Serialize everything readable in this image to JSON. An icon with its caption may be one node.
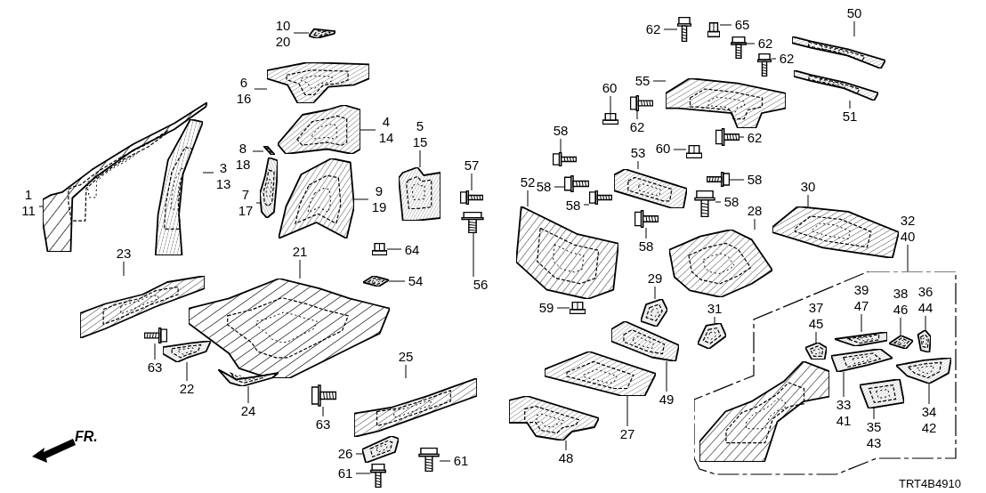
{
  "diagram": {
    "nodes": [
      {
        "text": [
          "10",
          "20"
        ]
      },
      {
        "text": [],
        "shape": "picture"
      },
      {
        "text": [
          "6",
          "16"
        ]
      },
      {
        "text": [],
        "shape": "picture"
      },
      {
        "text": [
          "4",
          "14"
        ]
      },
      {
        "text": [],
        "shape": "picture"
      },
      {
        "text": [
          "1",
          "11"
        ]
      },
      {
        "text": [],
        "shape": "picture"
      },
      {
        "text": [
          "3",
          "13"
        ]
      },
      {
        "text": [],
        "shape": "picture"
      },
      {
        "text": [
          "8",
          "18"
        ]
      },
      {
        "text": [],
        "shape": "picture"
      },
      {
        "text": [
          "7",
          "17"
        ]
      },
      {
        "text": [],
        "shape": "picture"
      },
      {
        "text": [
          "9",
          "19"
        ]
      },
      {
        "text": [],
        "shape": "picture"
      },
      {
        "text": [
          "5",
          "15"
        ]
      },
      {
        "text": [],
        "shape": "picture"
      },
      {
        "text": [
          "21"
        ]
      },
      {
        "text": [],
        "shape": "picture"
      },
      {
        "text": [
          "64"
        ]
      },
      {
        "text": [],
        "shape": "picture"
      },
      {
        "text": [
          "54"
        ]
      },
      {
        "text": [],
        "shape": "picture"
      },
      {
        "text": [
          "23"
        ]
      },
      {
        "text": [],
        "shape": "picture"
      },
      {
        "text": [
          "63"
        ]
      },
      {
        "text": [],
        "shape": "picture"
      },
      {
        "text": [
          "22"
        ]
      },
      {
        "text": [],
        "shape": "picture"
      },
      {
        "text": [
          "24"
        ]
      },
      {
        "text": [],
        "shape": "picture"
      },
      {
        "text": [
          "25"
        ]
      },
      {
        "text": [],
        "shape": "picture"
      },
      {
        "text": [
          "63"
        ]
      },
      {
        "text": [],
        "shape": "picture"
      },
      {
        "text": [
          "26"
        ]
      },
      {
        "text": [],
        "shape": "picture"
      },
      {
        "text": [
          "61"
        ]
      },
      {
        "text": [],
        "shape": "picture"
      },
      {
        "text": [
          "61"
        ]
      },
      {
        "text": [],
        "shape": "picture"
      },
      {
        "text": [
          "62"
        ]
      },
      {
        "text": [],
        "shape": "picture"
      },
      {
        "text": [
          "65"
        ]
      },
      {
        "text": [],
        "shape": "picture"
      },
      {
        "text": [
          "62"
        ]
      },
      {
        "text": [],
        "shape": "picture"
      },
      {
        "text": [
          "62"
        ]
      },
      {
        "text": [],
        "shape": "picture"
      },
      {
        "text": [
          "50"
        ]
      },
      {
        "text": [],
        "shape": "picture"
      },
      {
        "text": [
          "55"
        ]
      },
      {
        "text": [],
        "shape": "picture"
      },
      {
        "text": [
          "51"
        ]
      },
      {
        "text": [],
        "shape": "picture"
      },
      {
        "text": [
          "60"
        ]
      },
      {
        "text": [],
        "shape": "picture"
      },
      {
        "text": [
          "62"
        ]
      },
      {
        "text": [],
        "shape": "picture"
      },
      {
        "text": [
          "60"
        ]
      },
      {
        "text": [],
        "shape": "picture"
      },
      {
        "text": [
          "62"
        ]
      },
      {
        "text": [],
        "shape": "picture"
      },
      {
        "text": [
          "58"
        ]
      },
      {
        "text": [],
        "shape": "picture"
      },
      {
        "text": [
          "57"
        ]
      },
      {
        "text": [],
        "shape": "picture"
      },
      {
        "text": [
          "52"
        ]
      },
      {
        "text": [],
        "shape": "picture"
      },
      {
        "text": [
          "53"
        ]
      },
      {
        "text": [],
        "shape": "picture"
      },
      {
        "text": [
          "58"
        ]
      },
      {
        "text": [],
        "shape": "picture"
      },
      {
        "text": [
          "58"
        ]
      },
      {
        "text": [],
        "shape": "picture"
      },
      {
        "text": [
          "58"
        ]
      },
      {
        "text": [],
        "shape": "picture"
      },
      {
        "text": [
          "58"
        ]
      },
      {
        "text": [],
        "shape": "picture"
      },
      {
        "text": [
          "58"
        ]
      },
      {
        "text": [],
        "shape": "picture"
      },
      {
        "text": [
          "56"
        ]
      },
      {
        "text": [],
        "shape": "picture"
      },
      {
        "text": [
          "30"
        ]
      },
      {
        "text": [],
        "shape": "picture"
      },
      {
        "text": [
          "28"
        ]
      },
      {
        "text": [],
        "shape": "picture"
      },
      {
        "text": [
          "32",
          "40"
        ]
      },
      {
        "text": [],
        "shape": "box"
      },
      {
        "text": [
          "59"
        ]
      },
      {
        "text": [],
        "shape": "picture"
      },
      {
        "text": [
          "29"
        ]
      },
      {
        "text": [],
        "shape": "picture"
      },
      {
        "text": [
          "31"
        ]
      },
      {
        "text": [],
        "shape": "picture"
      },
      {
        "text": [
          "49"
        ]
      },
      {
        "text": [],
        "shape": "picture"
      },
      {
        "text": [
          "27"
        ]
      },
      {
        "text": [],
        "shape": "picture"
      },
      {
        "text": [
          "48"
        ]
      },
      {
        "text": [],
        "shape": "picture"
      },
      {
        "text": [
          "37",
          "45"
        ],
        "in": 89
      },
      {
        "text": [],
        "shape": "picture",
        "in": 89
      },
      {
        "text": [
          "39",
          "47"
        ],
        "in": 89
      },
      {
        "text": [],
        "shape": "picture",
        "in": 89
      },
      {
        "text": [
          "38",
          "46"
        ],
        "in": 89
      },
      {
        "text": [],
        "shape": "picture",
        "in": 89
      },
      {
        "text": [
          "36",
          "44"
        ],
        "in": 89
      },
      {
        "text": [],
        "shape": "picture",
        "in": 89
      },
      {
        "text": [
          "33",
          "41"
        ],
        "in": 89
      },
      {
        "text": [],
        "shape": "picture",
        "in": 89
      },
      {
        "text": [
          "35",
          "43"
        ],
        "in": 89
      },
      {
        "text": [],
        "shape": "picture",
        "in": 89
      },
      {
        "text": [
          "34",
          "42"
        ],
        "in": 89
      },
      {
        "text": [],
        "shape": "picture",
        "in": 89
      },
      {
        "text": [],
        "shape": "picture",
        "in": 89
      }
    ],
    "edges": [
      {
        "from": 0,
        "to": 1,
        "arrow": "none"
      },
      {
        "from": 2,
        "to": 3,
        "arrow": "none"
      },
      {
        "from": 4,
        "to": 5,
        "arrow": "none"
      },
      {
        "from": 6,
        "to": 7,
        "arrow": "none"
      },
      {
        "from": 8,
        "to": 9,
        "arrow": "none"
      },
      {
        "from": 10,
        "to": 11,
        "arrow": "none"
      },
      {
        "from": 12,
        "to": 13,
        "arrow": "none"
      },
      {
        "from": 14,
        "to": 15,
        "arrow": "none"
      },
      {
        "from": 16,
        "to": 17,
        "arrow": "none"
      },
      {
        "from": 18,
        "to": 19,
        "arrow": "none"
      },
      {
        "from": 20,
        "to": 21,
        "arrow": "none"
      },
      {
        "from": 22,
        "to": 23,
        "arrow": "none"
      },
      {
        "from": 24,
        "to": 25,
        "arrow": "none"
      },
      {
        "from": 26,
        "to": 27,
        "arrow": "none"
      },
      {
        "from": 28,
        "to": 29,
        "arrow": "none"
      },
      {
        "from": 30,
        "to": 31,
        "arrow": "none"
      },
      {
        "from": 32,
        "to": 33,
        "arrow": "none"
      },
      {
        "from": 34,
        "to": 35,
        "arrow": "none"
      },
      {
        "from": 36,
        "to": 37,
        "arrow": "none"
      },
      {
        "from": 38,
        "to": 39,
        "arrow": "none"
      },
      {
        "from": 40,
        "to": 41,
        "arrow": "none"
      },
      {
        "from": 42,
        "to": 43,
        "arrow": "none"
      },
      {
        "from": 44,
        "to": 45,
        "arrow": "none"
      },
      {
        "from": 46,
        "to": 47,
        "arrow": "none"
      },
      {
        "from": 48,
        "to": 49,
        "arrow": "none"
      },
      {
        "from": 50,
        "to": 51,
        "arrow": "none"
      },
      {
        "from": 52,
        "to": 53,
        "arrow": "none"
      },
      {
        "from": 54,
        "to": 55,
        "arrow": "none"
      },
      {
        "from": 56,
        "to": 57,
        "arrow": "none"
      },
      {
        "from": 58,
        "to": 59,
        "arrow": "none"
      },
      {
        "from": 60,
        "to": 61,
        "arrow": "none"
      },
      {
        "from": 62,
        "to": 63,
        "arrow": "none"
      },
      {
        "from": 64,
        "to": 65,
        "arrow": "none"
      },
      {
        "from": 66,
        "to": 67,
        "arrow": "none"
      },
      {
        "from": 68,
        "to": 69,
        "arrow": "none"
      },
      {
        "from": 70,
        "to": 71,
        "arrow": "none"
      },
      {
        "from": 72,
        "to": 73,
        "arrow": "none"
      },
      {
        "from": 74,
        "to": 75,
        "arrow": "none"
      },
      {
        "from": 76,
        "to": 77,
        "arrow": "none"
      },
      {
        "from": 78,
        "to": 79,
        "arrow": "none"
      },
      {
        "from": 80,
        "to": 81,
        "arrow": "none"
      },
      {
        "from": 82,
        "to": 83,
        "arrow": "none"
      },
      {
        "from": 84,
        "to": 85,
        "arrow": "none"
      },
      {
        "from": 86,
        "to": 87,
        "arrow": "none"
      },
      {
        "from": 88,
        "to": 89,
        "arrow": "none"
      },
      {
        "from": 90,
        "to": 91,
        "arrow": "none"
      },
      {
        "from": 92,
        "to": 93,
        "arrow": "none"
      },
      {
        "from": 94,
        "to": 95,
        "arrow": "none"
      },
      {
        "from": 96,
        "to": 97,
        "arrow": "none"
      },
      {
        "from": 98,
        "to": 99,
        "arrow": "none"
      },
      {
        "from": 100,
        "to": 101,
        "arrow": "none"
      },
      {
        "from": 102,
        "to": 103,
        "arrow": "none"
      },
      {
        "from": 104,
        "to": 105,
        "arrow": "none"
      },
      {
        "from": 106,
        "to": 107,
        "arrow": "none"
      },
      {
        "from": 108,
        "to": 109,
        "arrow": "none"
      },
      {
        "from": 110,
        "to": 111,
        "arrow": "none"
      },
      {
        "from": 112,
        "to": 113,
        "arrow": "none"
      },
      {
        "from": 114,
        "to": 115,
        "arrow": "none"
      }
    ],
    "labels": [
      "FR.",
      "TRT4B4910"
    ]
  }
}
